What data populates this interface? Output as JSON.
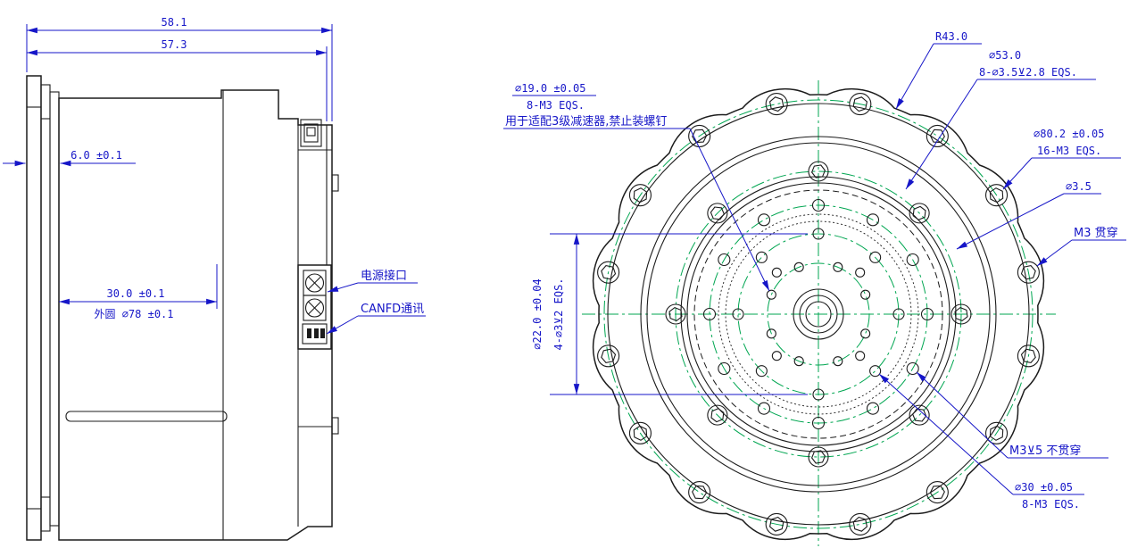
{
  "side_view": {
    "dim_total_width": "58.1",
    "dim_body_width": "57.3",
    "dim_flange_thickness": "6.0 ±0.1",
    "dim_depth": "30.0 ±0.1",
    "dim_outer_circle": "外圆 ⌀78 ±0.1",
    "label_power_port": "电源接口",
    "label_canfd_port": "CANFD通讯"
  },
  "front_view": {
    "lobe_radius": "R43.0",
    "bc53_dia": "⌀53.0",
    "bc53_holes": "8-⌀3.5⊻2.8 EQS.",
    "bc19_dia": "⌀19.0 ±0.05",
    "bc19_holes": "8-M3 EQS.",
    "bc19_note": "用于适配3级减速器,禁止装螺钉",
    "bc80_dia": "⌀80.2 ±0.05",
    "bc80_holes": "16-M3 EQS.",
    "hole_dia": "⌀3.5",
    "m3_through": "M3 贯穿",
    "bc22_dia": "⌀22.0 ±0.04",
    "bc22_holes": "4-⌀3⊻2 EQS.",
    "m3_blind": "M3⊻5 不贯穿",
    "bc30_dia": "⌀30 ±0.05",
    "bc30_holes": "8-M3 EQS."
  },
  "colors": {
    "outline": "#1c1c1c",
    "dimension": "#1616c8",
    "centerline": "#00a651"
  }
}
